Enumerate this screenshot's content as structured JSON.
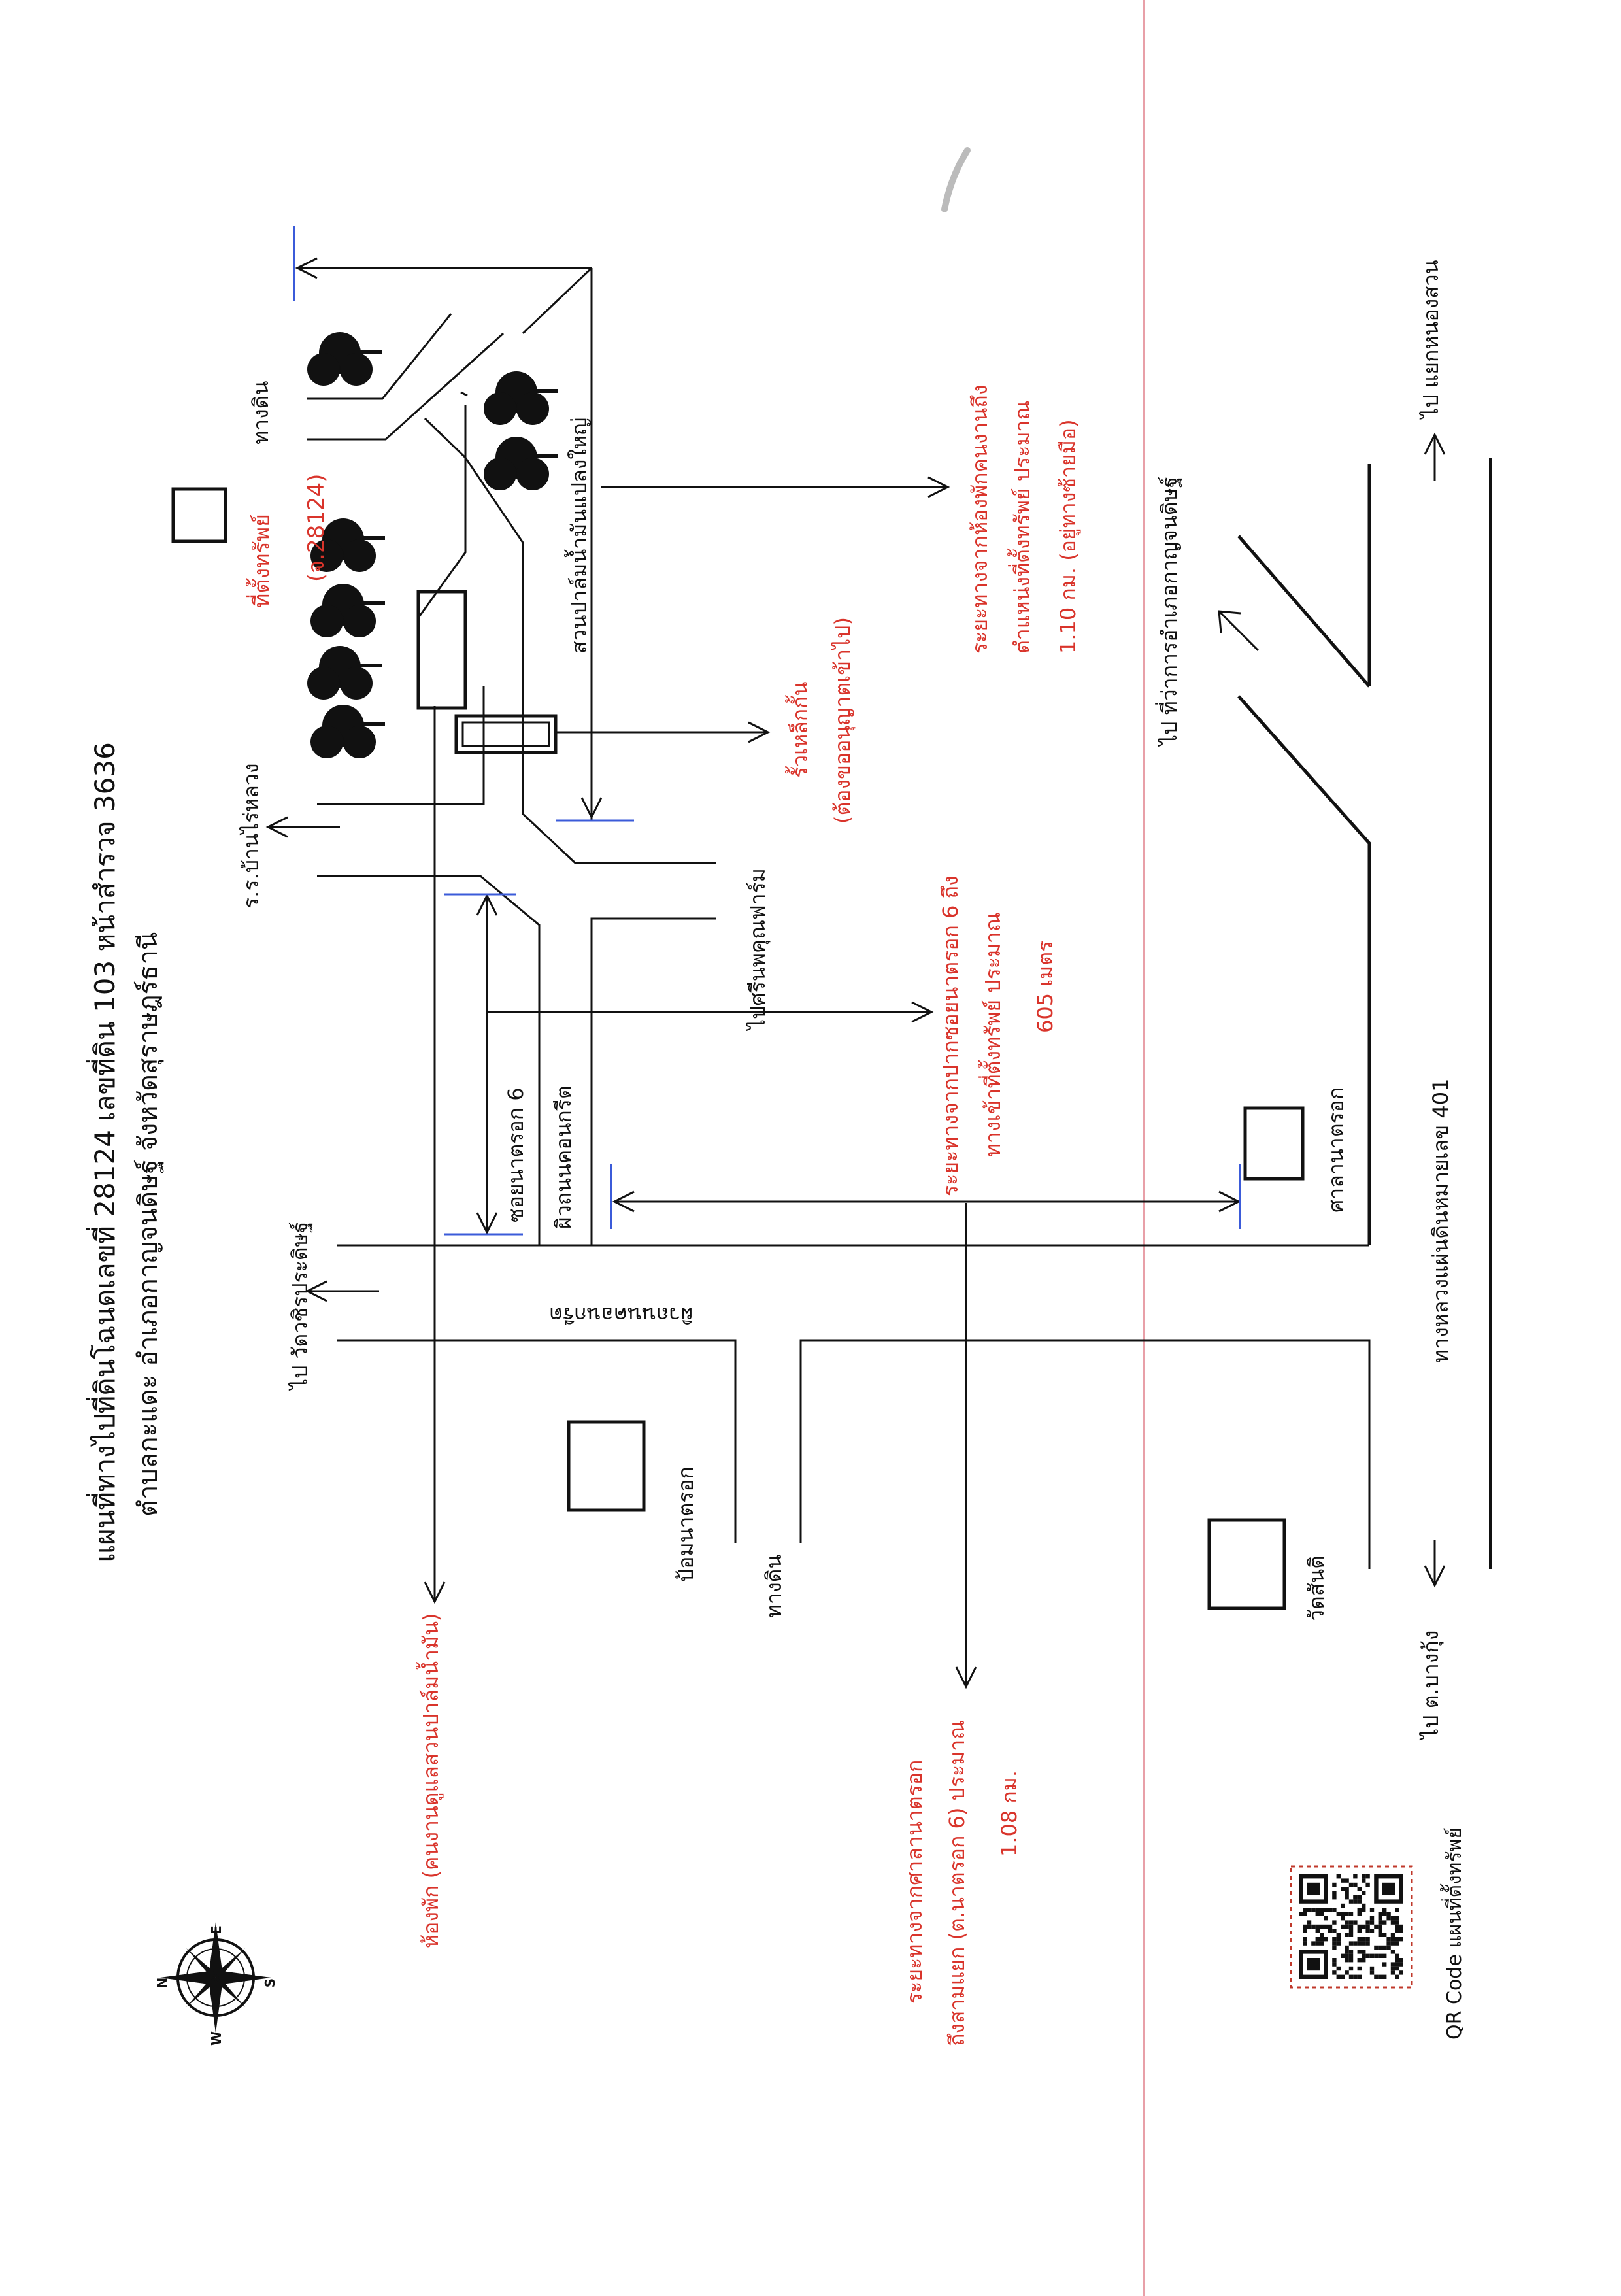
{
  "colors": {
    "ink": "#111111",
    "red_text": "#d9342b",
    "margin_line": "#e8a0a8",
    "blue_tick": "#3b5bd9"
  },
  "title": {
    "line1": "แผนที่ทางไปที่ดินโฉนดเลขที่ 28124 เลขที่ดิน 103 หน้าสำรวจ 3636",
    "line2": "ตำบลกะแดะ อำเภอกาญจนดิษฐ์ จังหวัดสุราษฎร์ธานี"
  },
  "compass": {
    "north": "N",
    "east": "E",
    "south": "S",
    "west": "W",
    "icon": "compass-rose-icon"
  },
  "qr": {
    "label": "QR Code แผนที่ตั้งทรัพย์",
    "icon": "qr-code-icon"
  },
  "labels": {
    "to_wat_wachira": "ไป วัดวชิรประดิษฐ์",
    "school": "ร.ร.บ้านไร่หลวง",
    "soi": "ซอยนาตรอก 6",
    "concrete_road": "ผิวถนนคอนกรีต",
    "pomnatrok": "ป้อมนาตรอก",
    "dirt_road_bottom": "ทางดิน",
    "to_farm": "ไปศรีนพคุณฟาร์ม",
    "palm_garden": "สวนปาล์มน้ำมันแปลงใหญ่",
    "dirt_road_top": "ทางดิน",
    "property_title": "ที่ตั้งทรัพย์",
    "property_deed": "(จ.28124)",
    "fence": "รั้วเหล็กกั้น",
    "fence_note": "(ต้องขออนุญาตเข้าไป)",
    "concrete_road_2": "ผิวถนนคอนกรีต",
    "sala": "ศาลานาตรอก",
    "wat": "วัดสันติ",
    "highway": "ทางหลวงแผ่นดินหมายเลข 401",
    "to_bangkung": "ไป ต.บางกุ้ง",
    "to_district": "ไป ที่ว่าการอำเภอกาญจนดิษฐ์",
    "to_nongsuan": "ไป แยกหนองสวน"
  },
  "red_notes": {
    "room": "ห้องพัก (คนงานดูแลสวนปาล์มน้ำมัน)",
    "dist1_a": "ระยะทางจากศาลานาตรอก",
    "dist1_b": "ถึงสามแยก (ต.นาตรอก 6) ประมาณ",
    "dist1_c": "1.08 กม.",
    "dist2_a": "ระยะทางจากปากซอยนาตรอก 6 ถึง",
    "dist2_b": "ทางเข้าที่ตั้งทรัพย์ ประมาณ",
    "dist2_c": "605 เมตร",
    "dist3_a": "ระยะทางจากห้องพักคนงานถึง",
    "dist3_b": "ตำแหน่งที่ตั้งทรัพย์ ประมาณ",
    "dist3_c": "1.10 กม. (อยู่ทางซ้ายมือ)"
  }
}
